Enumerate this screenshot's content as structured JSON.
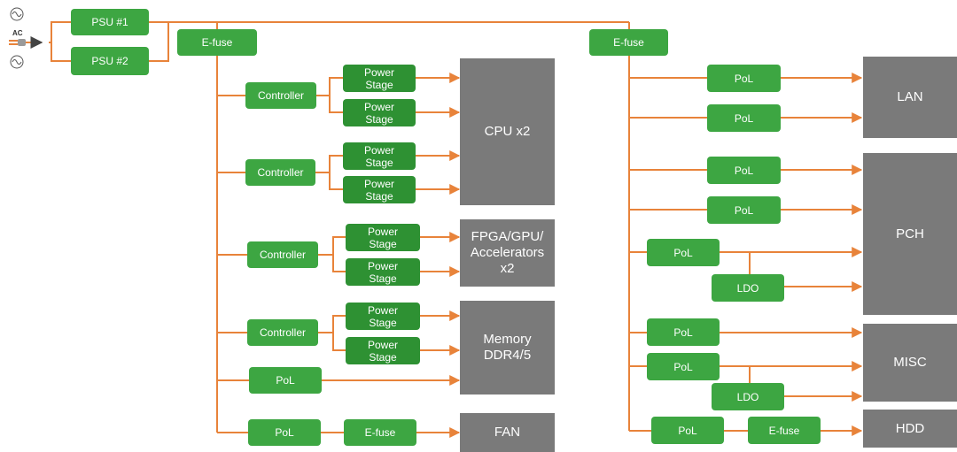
{
  "input": {
    "ac_label": "AC"
  },
  "psu": {
    "psu1": "PSU #1",
    "psu2": "PSU #2"
  },
  "left": {
    "efuse": "E-fuse",
    "cpu_controller_1": "Controller",
    "cpu_controller_2": "Controller",
    "fpga_controller": "Controller",
    "mem_controller": "Controller",
    "power_stage": "Power\nStage",
    "pol_memory": "PoL",
    "pol_fan": "PoL",
    "efuse_fan": "E-fuse"
  },
  "loads_left": {
    "cpu": "CPU x2",
    "fpga": "FPGA/GPU/\nAccelerators\nx2",
    "memory": "Memory\nDDR4/5",
    "fan": "FAN"
  },
  "right": {
    "efuse": "E-fuse",
    "pol": "PoL",
    "ldo": "LDO",
    "efuse_hdd": "E-fuse"
  },
  "loads_right": {
    "lan": "LAN",
    "pch": "PCH",
    "misc": "MISC",
    "hdd": "HDD"
  },
  "colors": {
    "block_green": "#3da642",
    "block_green_dark": "#2e9133",
    "load_gray": "#7a7a7a",
    "wire_orange": "#e8833a"
  }
}
